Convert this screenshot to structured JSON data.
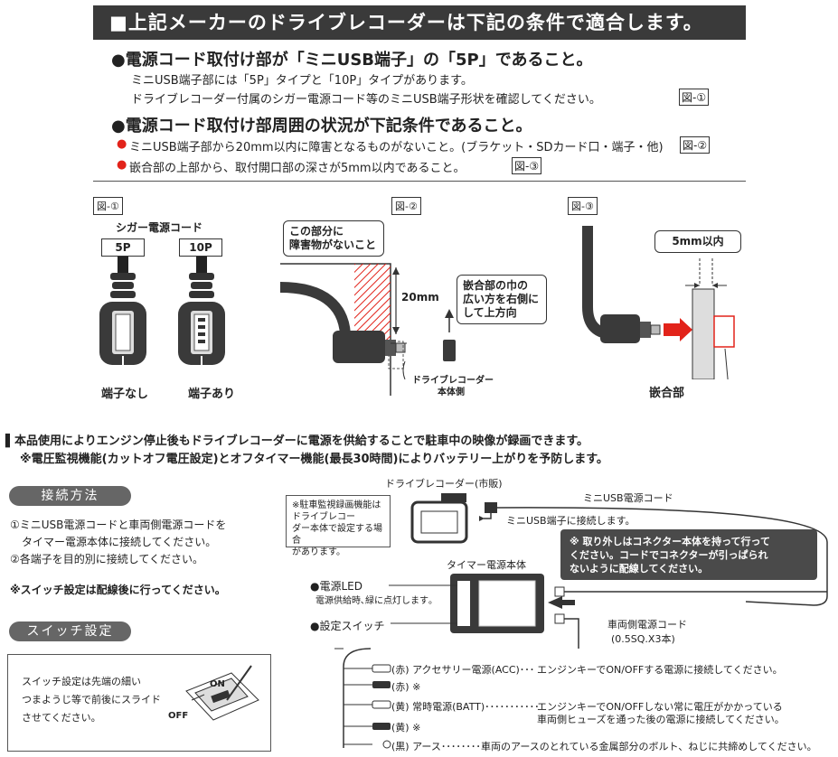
{
  "banner": "■上記メーカーのドライブレコーダーは下記の条件で適合します。",
  "cond1": {
    "heading": "●電源コード取付け部が「ミニUSB端子」の「5P」であること。",
    "line1": "ミニUSB端子部には「5P」タイプと「10P」タイプがあります。",
    "line2": "ドライブレコーダー付属のシガー電源コード等のミニUSB端子形状を確認してください。",
    "ref": "図-①"
  },
  "cond2": {
    "heading": "●電源コード取付け部周囲の状況が下記条件であること。",
    "b1_mark": "●",
    "b1": "ミニUSB端子部から20mm以内に障害となるものがないこと。(ブラケット・SDカード口・端子・他)",
    "b1_ref": "図-②",
    "b2_mark": "●",
    "b2": "嵌合部の上部から、取付開口部の深さが5mm以内であること。",
    "b2_ref": "図-③"
  },
  "fig1": {
    "label": "図-①",
    "title": "シガー電源コード",
    "left_type": "5P",
    "right_type": "10P",
    "left_caption": "端子なし",
    "right_caption": "端子あり"
  },
  "fig2": {
    "label": "図-②",
    "callout": [
      "この部分に",
      "障害物がないこと"
    ],
    "dim": "20mm",
    "callout2": [
      "嵌合部の巾の",
      "広い方を右側に",
      "して上方向"
    ],
    "body_label": [
      "ドライブレコーダー",
      "本体側"
    ]
  },
  "fig3": {
    "label": "図-③",
    "dim": "5mm以内",
    "caption": "嵌合部"
  },
  "notice": {
    "line1": "▌本品使用によりエンジン停止後もドライブレコーダーに電源を供給することで駐車中の映像が録画できます。",
    "line2": "※電圧監視機能(カットオフ電圧設定)とオフタイマー機能(最長30時間)によりバッテリー上がりを予防します。"
  },
  "connection": {
    "title": "接続方法",
    "step1a": "①ミニUSB電源コードと車両側電源コードを",
    "step1b": "タイマー電源本体に接続してください。",
    "step2": "②各端子を目的別に接続してください。",
    "note": "※スイッチ設定は配線後に行ってください。"
  },
  "switch_setting": {
    "title": "スイッチ設定",
    "text": [
      "スイッチ設定は先端の細い",
      "つまようじ等で前後にスライド",
      "させてください。"
    ],
    "on": "ON",
    "off": "OFF"
  },
  "diagram": {
    "dr_label": "ドライブレコーダー(市販)",
    "usb_cord": "ミニUSB電源コード",
    "usb_connect": "ミニUSB端子に接続します。",
    "parking_note": [
      "※駐車監視録画機能は",
      "ドライブレコー",
      "ダー本体で設定する場合",
      "があります。"
    ],
    "removal_note": [
      "※ 取り外しはコネクター本体を持って行って",
      "ください。コードでコネクターが引っぱられ",
      "ないように配線してください。"
    ],
    "timer_label": "タイマー電源本体",
    "led_label": "●電源LED",
    "led_desc": "電源供給時､緑に点灯します｡",
    "switch_label": "●設定スイッチ",
    "vehicle_cord": "車両側電源コード",
    "vehicle_spec": "(0.5SQ.X3本)"
  },
  "wires": [
    {
      "name": "(赤) アクセサリー電源(ACC)･･･",
      "desc": "エンジンキーでON/OFFする電源に接続してください。"
    },
    {
      "name": "(赤) ※",
      "desc": ""
    },
    {
      "name": "(黄) 常時電源(BATT)･･･････････",
      "desc": "エンジンキーでON/OFFしない常に電圧がかかっている"
    },
    {
      "name": "",
      "desc": "車両側ヒューズを通った後の電源に接続してください。"
    },
    {
      "name": "(黄) ※",
      "desc": ""
    },
    {
      "name": "(黒) アース･････････",
      "desc": "車両のアースのとれている金属部分のボルト、ねじに共締めしてください。"
    }
  ],
  "colors": {
    "banner": "#3a3a3a",
    "accent_red": "#e2231a",
    "pill": "#666666"
  }
}
